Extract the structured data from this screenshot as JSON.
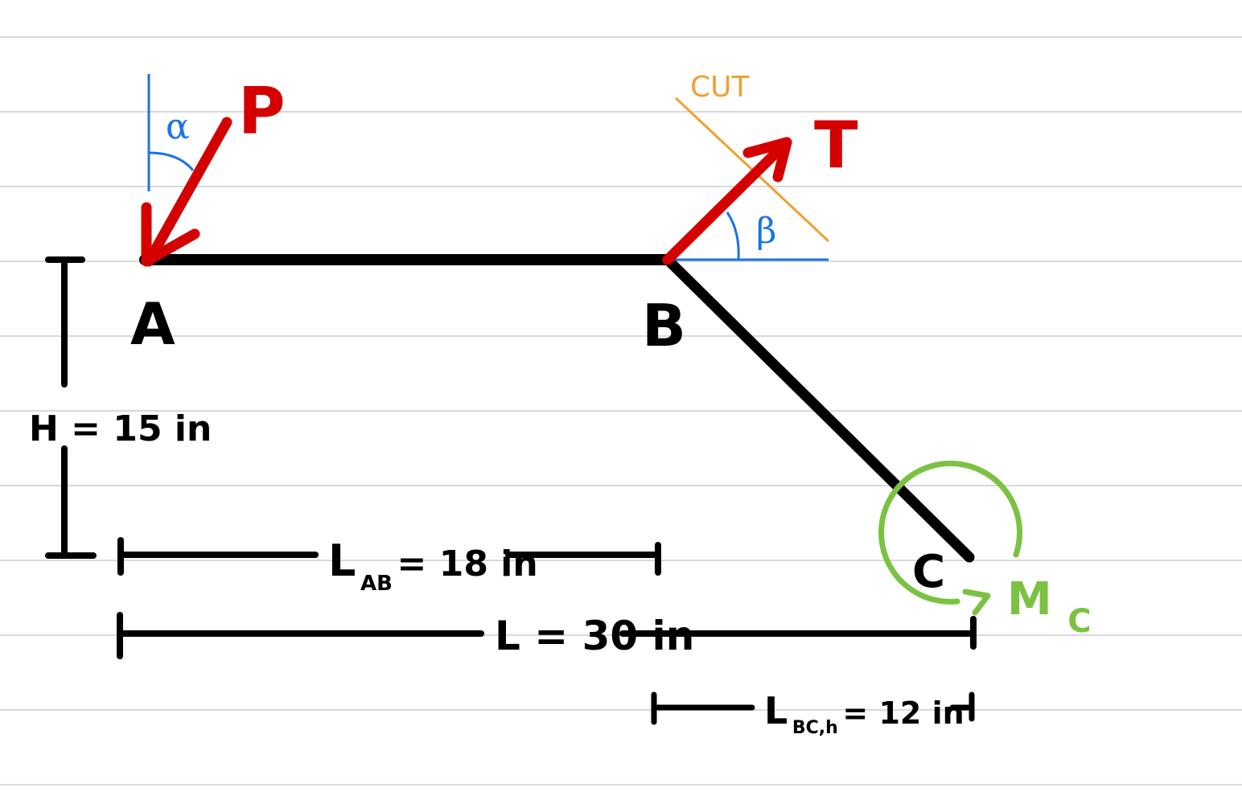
{
  "colors": {
    "ruling": "#d9d9d9",
    "member": "#000000",
    "force": "#d40000",
    "angle": "#1a73e8",
    "cut": "#f0a030",
    "moment": "#7cc242",
    "dimension": "#000000"
  },
  "labels": {
    "node_a": "A",
    "node_b": "B",
    "node_c": "C",
    "force_p": "P",
    "force_t": "T",
    "angle_alpha": "α",
    "angle_beta": "β",
    "cut": "CUT",
    "moment_main": "M",
    "moment_sub": "C"
  },
  "dimensions": {
    "height": {
      "text": "H = 15 in"
    },
    "length_ab": {
      "main": "L",
      "sub": "AB",
      "value": "= 18 in"
    },
    "length_total": {
      "text": "L = 30 in"
    },
    "length_bc_h": {
      "main": "L",
      "sub": "BC,h",
      "value": "= 12 in"
    }
  }
}
